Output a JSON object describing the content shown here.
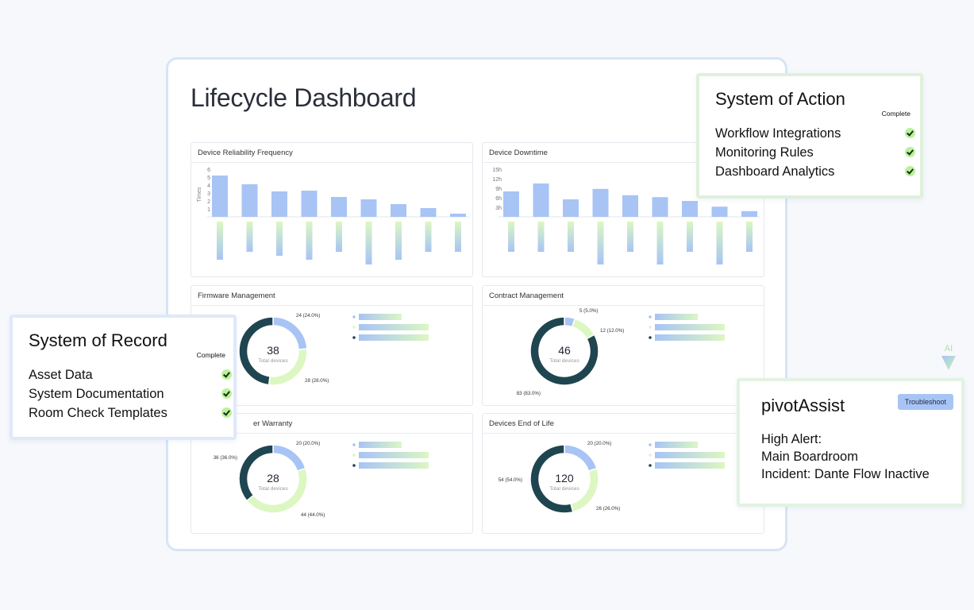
{
  "dashboard": {
    "title": "Lifecycle Dashboard",
    "panels": {
      "reliability": {
        "title": "Device Reliability Frequency",
        "y_axis_label": "Times",
        "y_ticks": [
          "6",
          "5",
          "4",
          "3",
          "2",
          "1"
        ]
      },
      "downtime": {
        "title": "Device Downtime",
        "y_ticks": [
          "15h",
          "12h",
          "9h",
          "6h",
          "3h"
        ]
      },
      "firmware": {
        "title": "Firmware Management",
        "total": "38",
        "total_label": "Total devices",
        "labels": [
          "24 (24.0%)",
          "28 (28.0%)"
        ]
      },
      "contract": {
        "title": "Contract Management",
        "total": "46",
        "total_label": "Total devices",
        "labels": [
          "5 (5.0%)",
          "12 (12.0%)",
          "83 (83.0%)"
        ]
      },
      "warranty": {
        "title": "er Warranty",
        "total": "28",
        "total_label": "Total devices",
        "labels": [
          "20 (20.0%)",
          "36 (36.0%)",
          "44 (44.0%)"
        ]
      },
      "eol": {
        "title": "Devices End of Life",
        "total": "120",
        "total_label": "Total devices",
        "labels": [
          "20 (20.0%)",
          "54 (54.0%)",
          "26 (26.0%)"
        ]
      }
    }
  },
  "chart_data": [
    {
      "type": "bar",
      "title": "Device Reliability Frequency",
      "ylabel": "Times",
      "ylim": [
        0,
        6
      ],
      "values": [
        5.2,
        4.1,
        3.2,
        3.3,
        2.5,
        2.2,
        1.6,
        1.1,
        0.4
      ]
    },
    {
      "type": "bar",
      "title": "Device Downtime",
      "ylim": [
        0,
        15
      ],
      "values": [
        8,
        10.5,
        5.5,
        8.8,
        6.8,
        6.2,
        5,
        3.2,
        1.8
      ]
    },
    {
      "type": "pie",
      "title": "Firmware Management",
      "values": [
        24,
        28,
        48
      ],
      "colors": [
        "#a7c4f5",
        "#dcf7c2",
        "#1f4550"
      ]
    },
    {
      "type": "pie",
      "title": "Contract Management",
      "values": [
        5,
        12,
        83
      ],
      "colors": [
        "#a7c4f5",
        "#dcf7c2",
        "#1f4550"
      ]
    },
    {
      "type": "pie",
      "title": "er Warranty",
      "values": [
        20,
        44,
        36
      ],
      "colors": [
        "#a7c4f5",
        "#dcf7c2",
        "#1f4550"
      ]
    },
    {
      "type": "pie",
      "title": "Devices End of Life",
      "values": [
        20,
        26,
        54
      ],
      "colors": [
        "#a7c4f5",
        "#dcf7c2",
        "#1f4550"
      ]
    }
  ],
  "system_of_action": {
    "title": "System of Action",
    "complete_label": "Complete",
    "items": [
      "Workflow Integrations",
      "Monitoring Rules",
      "Dashboard Analytics"
    ]
  },
  "system_of_record": {
    "title": "System of Record",
    "complete_label": "Complete",
    "items": [
      "Asset Data",
      "System Documentation",
      "Room Check Templates"
    ]
  },
  "pivot_assist": {
    "title": "pivotAssist",
    "button": "Troubleshoot",
    "lines": [
      "High Alert:",
      "Main Boardroom",
      "Incident: Dante Flow Inactive"
    ]
  },
  "ai_badge": "AI",
  "colors": {
    "blue": "#a7c4f5",
    "green": "#dcf7c2",
    "dark": "#1f4550",
    "border_blue": "#d6e4f7"
  }
}
